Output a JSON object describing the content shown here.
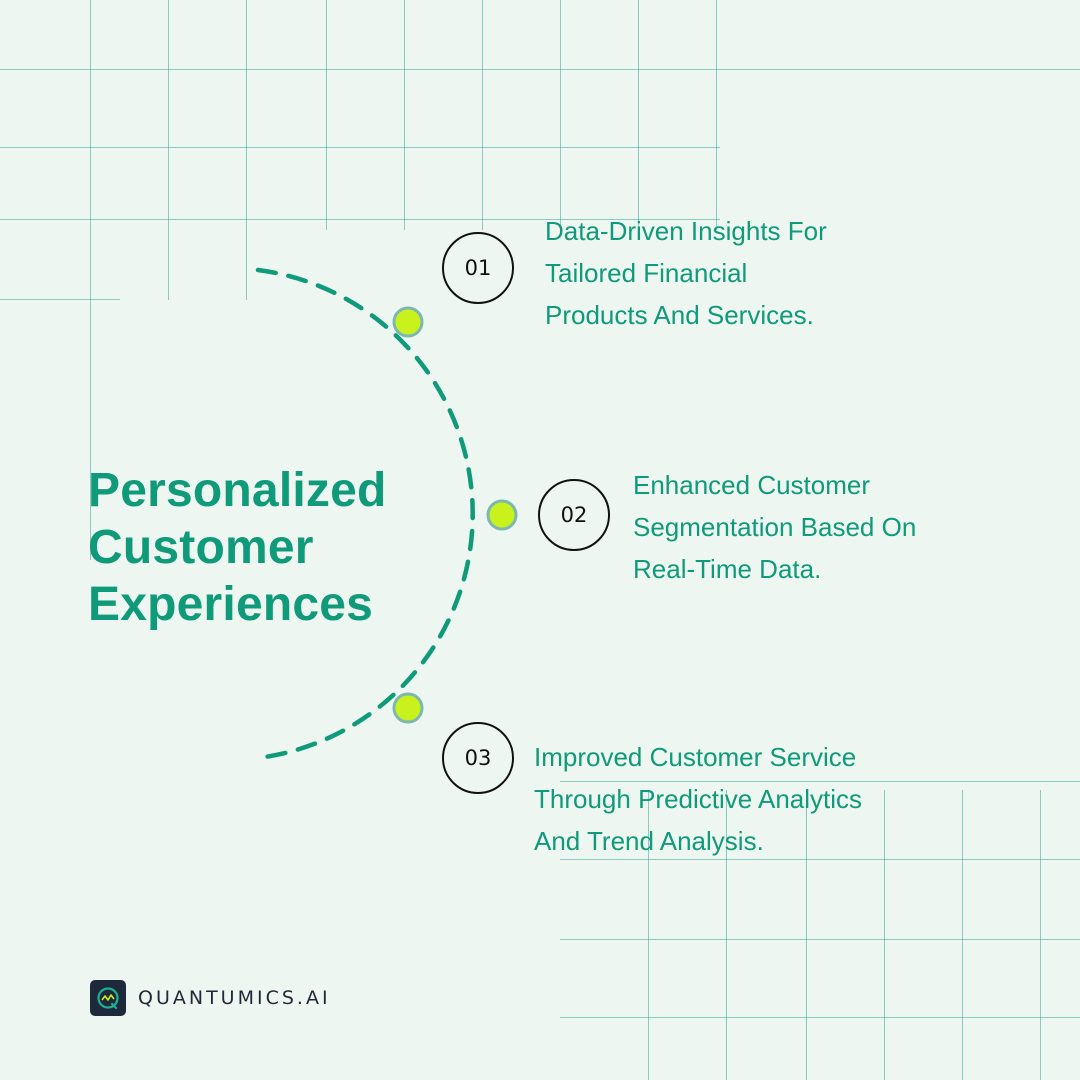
{
  "heading": {
    "line1": "Personalized",
    "line2": "Customer",
    "line3": "Experiences"
  },
  "items": [
    {
      "number": "01",
      "lines": [
        "Data-Driven Insights For",
        "Tailored Financial",
        "Products And Services."
      ]
    },
    {
      "number": "02",
      "lines": [
        "Enhanced Customer",
        "Segmentation Based On",
        "Real-Time Data."
      ]
    },
    {
      "number": "03",
      "lines": [
        "Improved Customer Service",
        "Through Predictive Analytics",
        "And Trend Analysis."
      ]
    }
  ],
  "brand": {
    "name": "QUANTUMICS.AI",
    "icon": "quantumics-logo-icon"
  },
  "colors": {
    "background": "#eef6f1",
    "accent": "#0f9a79",
    "grid": "#3aa596",
    "dot": "#c9f21d",
    "dot_ring": "#7cb8b0",
    "ink": "#111111"
  }
}
